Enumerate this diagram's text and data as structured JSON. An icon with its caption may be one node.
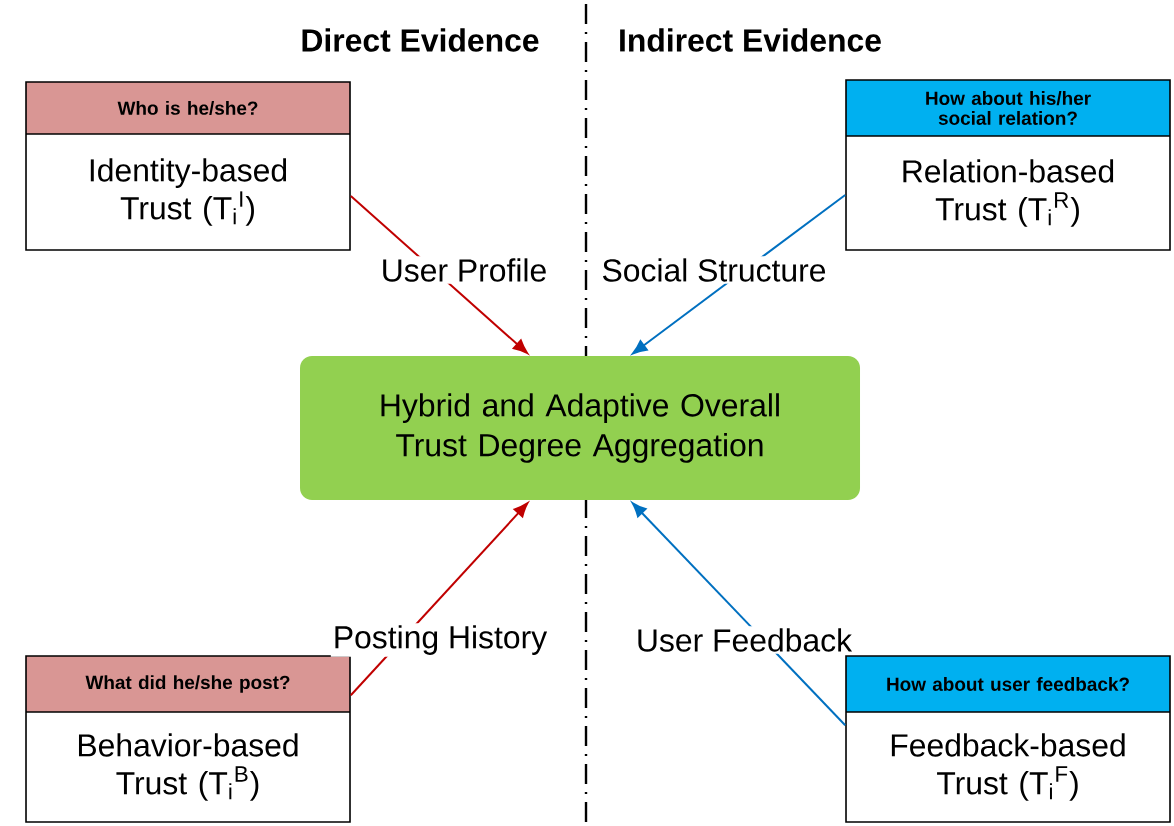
{
  "diagram": {
    "nodes": [
      {
        "text": [
          "Who is he/she?",
          "Identity-based Trust (T$_{i}$$^{I}$)"
        ]
      },
      {
        "text": [
          "How about his/her social relation?",
          "Relation-based Trust (T$_{i}$$^{R}$)"
        ]
      },
      {
        "text": [
          "Hybrid and Adaptive Overall Trust Degree Aggregation"
        ]
      },
      {
        "text": [
          "What did he/she post?",
          "Behavior-based Trust (T$_{i}$$^{B}$)"
        ]
      },
      {
        "text": [
          "How about user feedback?",
          "Feedback-based Trust (T$_{i}$$^{F}$)"
        ]
      }
    ],
    "edges": [
      {
        "from": 0,
        "to": 2,
        "arrow": "to",
        "label": "User Profile",
        "color": "#c00000"
      },
      {
        "from": 1,
        "to": 2,
        "arrow": "to",
        "label": "Social Structure",
        "color": "#0070c0"
      },
      {
        "from": 3,
        "to": 2,
        "arrow": "to",
        "label": "Posting History",
        "color": "#c00000"
      },
      {
        "from": 4,
        "to": 2,
        "arrow": "to",
        "label": "User Feedback",
        "color": "#0070c0"
      }
    ],
    "labels": [
      "Direct Evidence",
      "Indirect Evidence"
    ]
  }
}
